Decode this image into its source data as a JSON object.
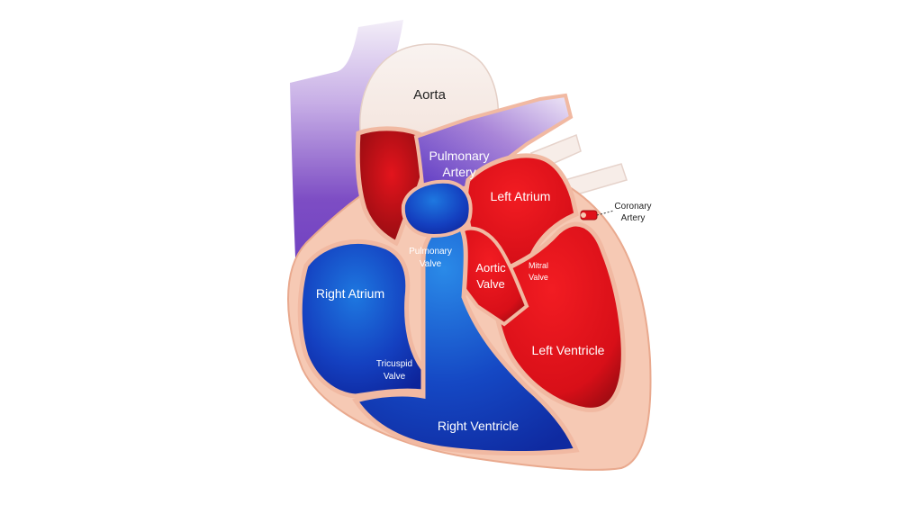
{
  "diagram": {
    "labels": {
      "aorta": "Aorta",
      "pulmonary_artery_line1": "Pulmonary",
      "pulmonary_artery_line2": "Artery",
      "left_atrium": "Left Atrium",
      "coronary_artery_line1": "Coronary",
      "coronary_artery_line2": "Artery",
      "pulmonary_valve_line1": "Pulmonary",
      "pulmonary_valve_line2": "Valve",
      "aortic_valve_line1": "Aortic",
      "aortic_valve_line2": "Valve",
      "mitral_valve_line1": "Mitral",
      "mitral_valve_line2": "Valve",
      "right_atrium": "Right Atrium",
      "tricuspid_valve_line1": "Tricuspid",
      "tricuspid_valve_line2": "Valve",
      "left_ventricle": "Left Ventricle",
      "right_ventricle": "Right Ventricle"
    },
    "colors": {
      "tissue": "#f6c9b4",
      "tissue_outline": "#e9a98e",
      "vessel_pale": "#f7ede8",
      "oxygenated_red": "#e0101a",
      "deoxygenated_blue": "#1233b0",
      "blue_highlight": "#1f7fe0",
      "pulmonary_purple": "#7a4fc0",
      "label_dark": "#222222",
      "label_light": "#ffffff"
    }
  }
}
